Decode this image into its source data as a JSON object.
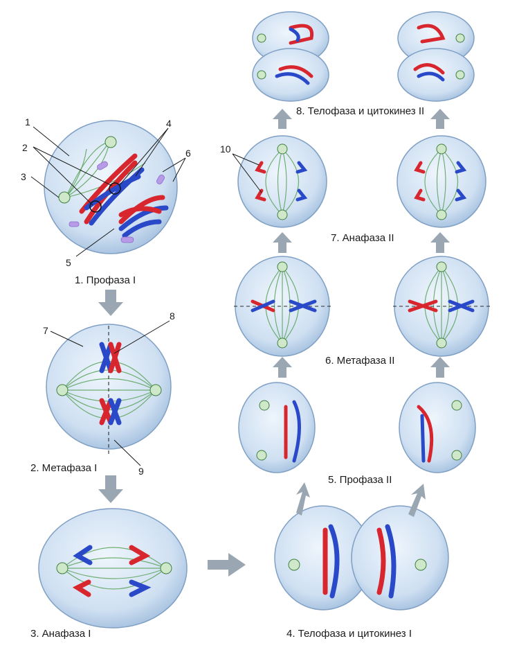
{
  "stages": [
    {
      "id": "s1",
      "label": "1. Профаза I"
    },
    {
      "id": "s2",
      "label": "2. Метафаза I"
    },
    {
      "id": "s3",
      "label": "3. Анафаза I"
    },
    {
      "id": "s4",
      "label": "4. Телофаза и цитокинез I"
    },
    {
      "id": "s5",
      "label": "5. Профаза II"
    },
    {
      "id": "s6",
      "label": "6. Метафаза II"
    },
    {
      "id": "s7",
      "label": "7. Анафаза II"
    },
    {
      "id": "s8",
      "label": "8. Телофаза и цитокинез II"
    }
  ],
  "callouts": [
    "1",
    "2",
    "3",
    "4",
    "5",
    "6",
    "7",
    "8",
    "9",
    "10"
  ],
  "colors": {
    "maternal_chromosome": "#d8262e",
    "paternal_chromosome": "#2a49c8",
    "spindle": "#5aa35a",
    "cell_fill": "#cfe0f2",
    "arrow": "#9aa6b2",
    "organelle": "#b79be6"
  }
}
